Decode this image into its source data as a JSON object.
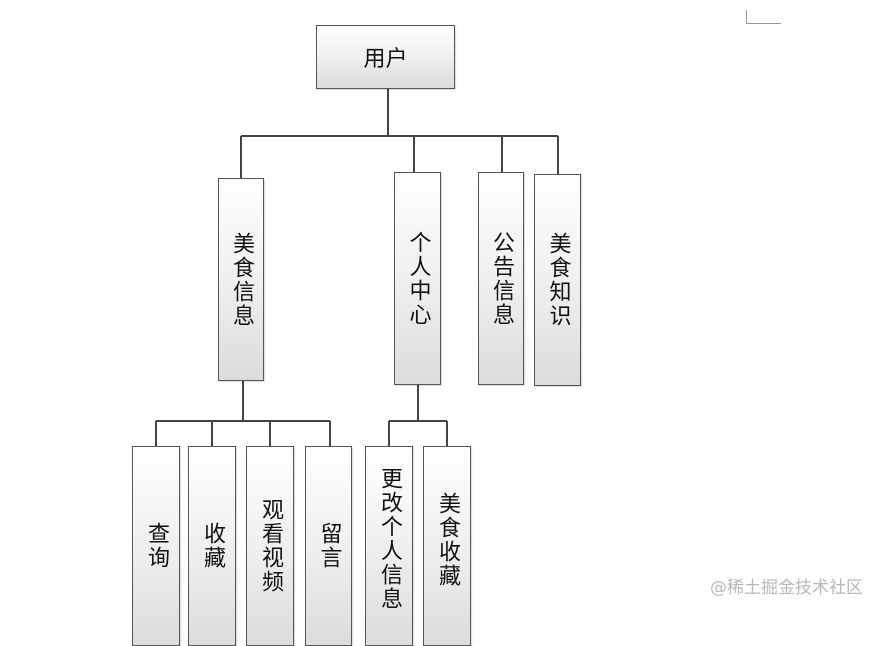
{
  "root": "用户",
  "level1": {
    "food_info": "美食信息",
    "personal_center": "个人中心",
    "announcement": "公告信息",
    "food_knowledge": "美食知识"
  },
  "food_info_children": {
    "query": "查询",
    "collect": "收藏",
    "watch_video": "观看视频",
    "message": "留言"
  },
  "personal_children": {
    "edit_profile": "更改个人信息",
    "food_collection": "美食收藏"
  },
  "watermark": "@稀土掘金技术社区"
}
